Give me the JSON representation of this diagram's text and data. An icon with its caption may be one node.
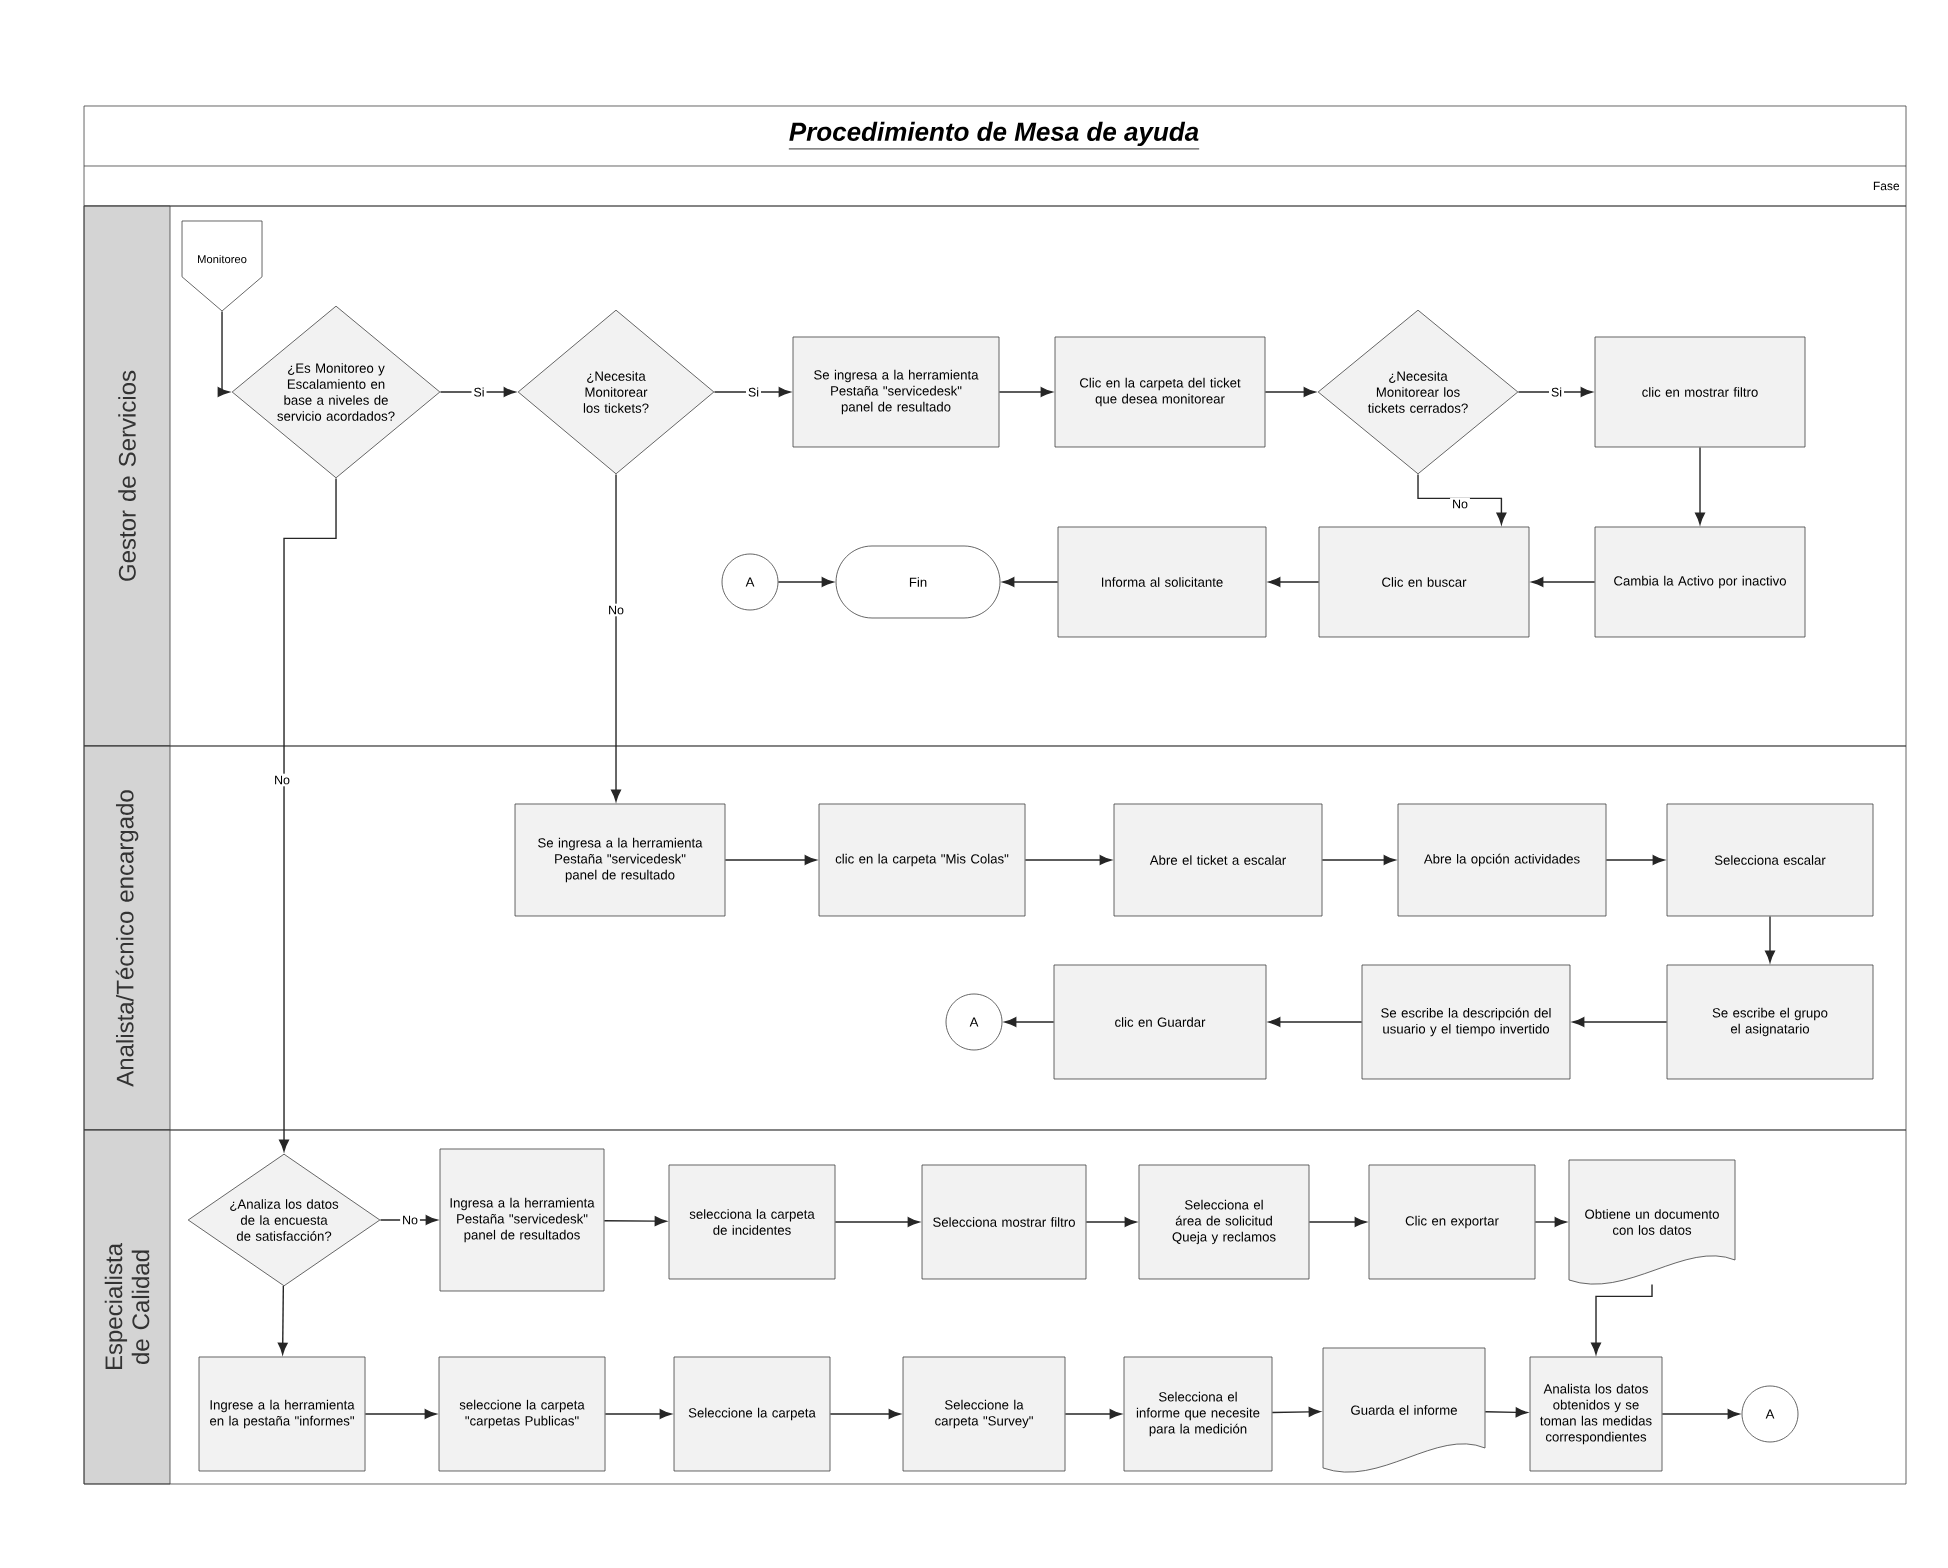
{
  "diagram": {
    "title": "Procedimiento de Mesa de ayuda",
    "nodes": [
      {
        "text": [
          "Gestor de Servicios"
        ]
      },
      {
        "text": [
          "Monitoreo"
        ],
        "in": 0
      },
      {
        "text": [
          "¿Es Monitoreo y Escalamiento en base a niveles de servicio acordados?"
        ],
        "in": 0
      },
      {
        "text": [
          "¿Necesita Monitorear los tickets?"
        ],
        "in": 0
      },
      {
        "text": [
          "Se ingresa a la herramienta Pestaña \"servicedesk\" panel de resultado"
        ],
        "in": 0
      },
      {
        "text": [
          "Clic en la carpeta del ticket que desea monitorear"
        ],
        "in": 0
      },
      {
        "text": [
          "¿Necesita Monitorear los tickets cerrados?"
        ],
        "in": 0
      },
      {
        "text": [
          "clic en mostrar filtro"
        ],
        "in": 0
      },
      {
        "text": [
          "Cambia la Activo por inactivo"
        ],
        "in": 0
      },
      {
        "text": [
          "Clic en buscar"
        ],
        "in": 0
      },
      {
        "text": [
          "Informa al solicitante"
        ],
        "in": 0
      },
      {
        "text": [
          "Fin"
        ],
        "in": 0
      },
      {
        "text": [
          "A"
        ],
        "in": 0
      },
      {
        "text": [
          "Analista/Técnico encargado"
        ]
      },
      {
        "text": [
          "Se ingresa a la herramienta Pestaña \"servicedesk\" panel de resultado"
        ],
        "in": 13
      },
      {
        "text": [
          "clic en la carpeta \"Mis Colas\""
        ],
        "in": 13
      },
      {
        "text": [
          "Abre el ticket a escalar"
        ],
        "in": 13
      },
      {
        "text": [
          "Abre la opción actividades"
        ],
        "in": 13
      },
      {
        "text": [
          "Selecciona escalar"
        ],
        "in": 13
      },
      {
        "text": [
          "Se escribe el grupo el asignatario"
        ],
        "in": 13
      },
      {
        "text": [
          "Se escribe la descripción del usuario y el tiempo invertido"
        ],
        "in": 13
      },
      {
        "text": [
          "clic en Guardar"
        ],
        "in": 13
      },
      {
        "text": [
          "A"
        ],
        "in": 13
      },
      {
        "text": [
          "Especialista de Calidad"
        ]
      },
      {
        "text": [
          "¿Analiza los datos de la encuesta de satisfacción?"
        ],
        "in": 23
      },
      {
        "text": [
          "Ingresa a la herramienta Pestaña \"servicedesk\" panel de resultados"
        ],
        "in": 23
      },
      {
        "text": [
          "selecciona la carpeta de incidentes"
        ],
        "in": 23
      },
      {
        "text": [
          "Selecciona mostrar filtro"
        ],
        "in": 23
      },
      {
        "text": [
          "Selecciona el área de solicitud Queja y reclamos"
        ],
        "in": 23
      },
      {
        "text": [
          "Clic en exportar"
        ],
        "in": 23
      },
      {
        "text": [
          "Obtiene un documento con los datos"
        ],
        "in": 23
      },
      {
        "text": [
          "Ingrese a la herramienta en la pestaña \"informes\""
        ],
        "in": 23
      },
      {
        "text": [
          "seleccione la carpeta \"carpetas Publicas\""
        ],
        "in": 23
      },
      {
        "text": [
          "Seleccione la carpeta"
        ],
        "in": 23
      },
      {
        "text": [
          "Seleccione la carpeta \"Survey\""
        ],
        "in": 23
      },
      {
        "text": [
          "Selecciona el informe que necesite para la medición"
        ],
        "in": 23
      },
      {
        "text": [
          "Guarda el informe"
        ],
        "in": 23
      },
      {
        "text": [
          "Analista los datos obtenidos y se toman las medidas correspondientes"
        ],
        "in": 23
      },
      {
        "text": [
          "A"
        ],
        "in": 23
      }
    ],
    "edges": [
      {
        "from": 1,
        "to": 2,
        "arrow": "to"
      },
      {
        "from": 2,
        "to": 3,
        "label": "Si",
        "arrow": "to"
      },
      {
        "from": 3,
        "to": 4,
        "label": "Si",
        "arrow": "to"
      },
      {
        "from": 4,
        "to": 5,
        "arrow": "to"
      },
      {
        "from": 5,
        "to": 6,
        "arrow": "to"
      },
      {
        "from": 6,
        "to": 7,
        "label": "Si",
        "arrow": "to"
      },
      {
        "from": 7,
        "to": 8,
        "arrow": "to"
      },
      {
        "from": 6,
        "to": 9,
        "label": "No",
        "arrow": "to"
      },
      {
        "from": 8,
        "to": 9,
        "arrow": "to"
      },
      {
        "from": 9,
        "to": 10,
        "arrow": "to"
      },
      {
        "from": 10,
        "to": 11,
        "arrow": "to"
      },
      {
        "from": 12,
        "to": 11,
        "arrow": "to"
      },
      {
        "from": 3,
        "to": 14,
        "label": "No",
        "arrow": "to"
      },
      {
        "from": 14,
        "to": 15,
        "arrow": "to"
      },
      {
        "from": 15,
        "to": 16,
        "arrow": "to"
      },
      {
        "from": 16,
        "to": 17,
        "arrow": "to"
      },
      {
        "from": 17,
        "to": 18,
        "arrow": "to"
      },
      {
        "from": 18,
        "to": 19,
        "arrow": "to"
      },
      {
        "from": 19,
        "to": 20,
        "arrow": "to"
      },
      {
        "from": 20,
        "to": 21,
        "arrow": "to"
      },
      {
        "from": 21,
        "to": 22,
        "arrow": "to"
      },
      {
        "from": 2,
        "to": 24,
        "label": "No",
        "arrow": "to"
      },
      {
        "from": 24,
        "to": 25,
        "label": "No",
        "arrow": "to"
      },
      {
        "from": 24,
        "to": 31,
        "arrow": "to"
      },
      {
        "from": 25,
        "to": 26,
        "arrow": "to"
      },
      {
        "from": 26,
        "to": 27,
        "arrow": "to"
      },
      {
        "from": 27,
        "to": 28,
        "arrow": "to"
      },
      {
        "from": 28,
        "to": 29,
        "arrow": "to"
      },
      {
        "from": 29,
        "to": 30,
        "arrow": "to"
      },
      {
        "from": 30,
        "to": 37,
        "arrow": "to"
      },
      {
        "from": 31,
        "to": 32,
        "arrow": "to"
      },
      {
        "from": 32,
        "to": 33,
        "arrow": "to"
      },
      {
        "from": 33,
        "to": 34,
        "arrow": "to"
      },
      {
        "from": 34,
        "to": 35,
        "arrow": "to"
      },
      {
        "from": 35,
        "to": 36,
        "arrow": "to"
      },
      {
        "from": 36,
        "to": 37,
        "arrow": "to"
      },
      {
        "from": 37,
        "to": 38,
        "arrow": "to"
      }
    ],
    "labels": [
      "Fase"
    ]
  }
}
